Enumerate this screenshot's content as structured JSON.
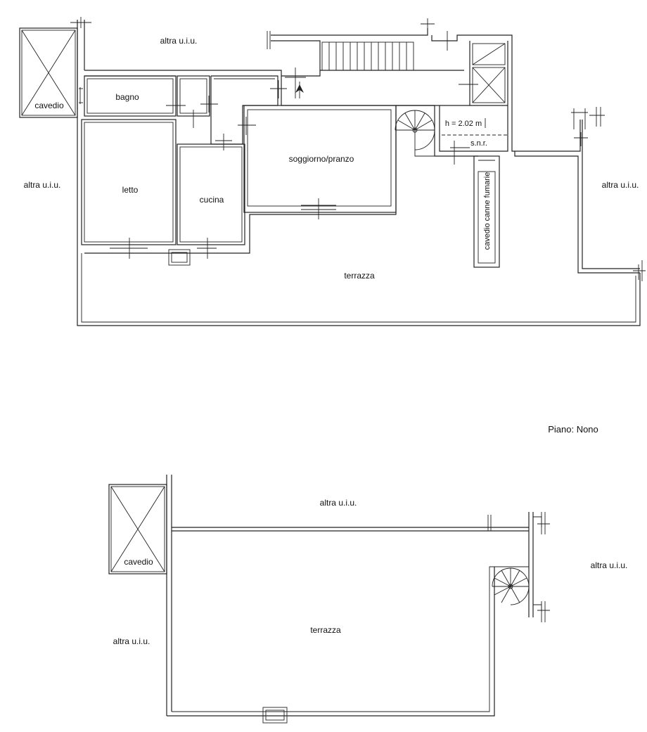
{
  "upper_plan": {
    "altra_top": "altra u.i.u.",
    "altra_left": "altra u.i.u.",
    "altra_right": "altra u.i.u.",
    "cavedio": "cavedio",
    "bagno": "bagno",
    "letto": "letto",
    "cucina": "cucina",
    "soggiorno": "soggiorno/pranzo",
    "height_note": "h = 2.02 m",
    "snr": "s.n.r.",
    "cavedio_canne": "cavedio canne fumarie",
    "terrazza": "terrazza"
  },
  "floor_label": "Piano: Nono",
  "lower_plan": {
    "altra_top": "altra u.i.u.",
    "altra_left": "altra u.i.u.",
    "altra_right": "altra u.i.u.",
    "cavedio": "cavedio",
    "terrazza": "terrazza"
  }
}
